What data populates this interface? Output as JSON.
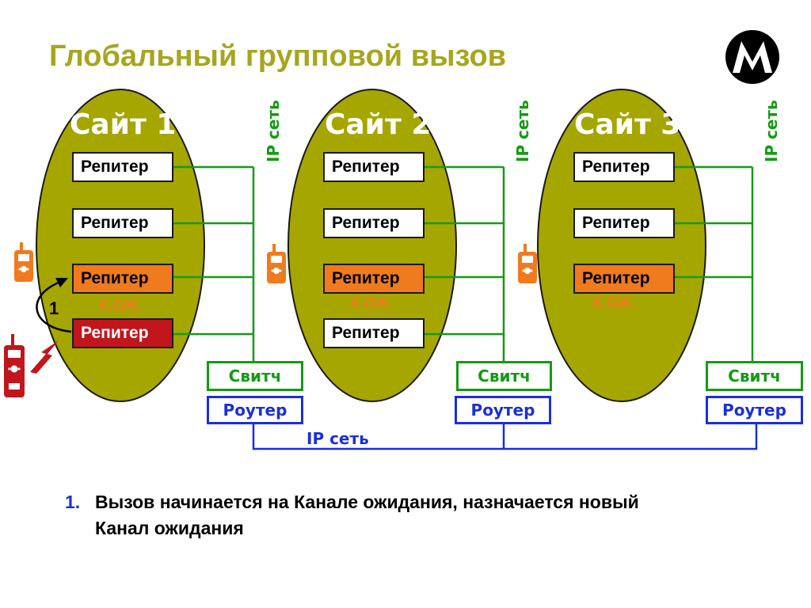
{
  "title": "Глобальный групповой вызов",
  "logo_icon": "motorola-logo",
  "colors": {
    "ellipse": "#a6a600",
    "switch_ip": "#159a15",
    "router": "#1c2fd6",
    "standby": "#f07a1e",
    "active": "#c0161c"
  },
  "sites": [
    {
      "label": "Сайт 1",
      "ip_label": "IP сеть",
      "repeaters": [
        "Репитер",
        "Репитер",
        "Репитер",
        "Репитер"
      ],
      "standby_label": "К.ОЖ.",
      "switch": "Свитч",
      "router": "Роутер"
    },
    {
      "label": "Сайт 2",
      "ip_label": "IP сеть",
      "repeaters": [
        "Репитер",
        "Репитер",
        "Репитер",
        "Репитер"
      ],
      "standby_label": "К.ОЖ.",
      "switch": "Свитч",
      "router": "Роутер"
    },
    {
      "label": "Сайт 3",
      "ip_label": "IP сеть",
      "repeaters": [
        "Репитер",
        "Репитер",
        "Репитер"
      ],
      "standby_label": "К.ОЖ.",
      "switch": "Свитч",
      "router": "Роутер"
    }
  ],
  "bottom_ip_label": "IP сеть",
  "step_marker": "1",
  "notes": [
    {
      "number": "1.",
      "line1": "Вызов начинается на Канале ожидания, назначается новый",
      "line2": "Канал ожидания"
    }
  ]
}
